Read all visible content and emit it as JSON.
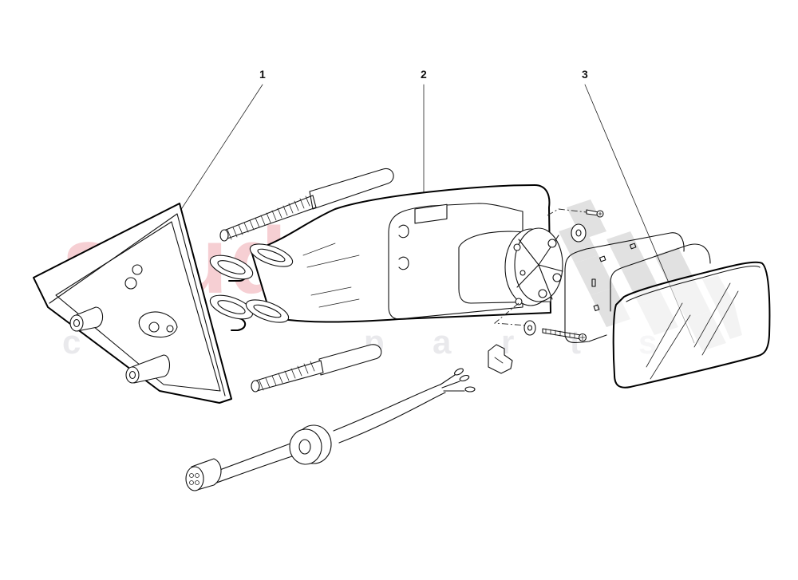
{
  "diagram": {
    "type": "exploded-parts-diagram",
    "subject": "exterior rear-view mirror assembly",
    "callouts": [
      {
        "number": "1",
        "part": "mirror base / mounting triangle"
      },
      {
        "number": "2",
        "part": "mirror housing arm"
      },
      {
        "number": "3",
        "part": "mirror glass"
      }
    ]
  },
  "watermark": {
    "main_text": "scuderia",
    "sub_letters": [
      "c",
      "a",
      "r",
      "p",
      "a",
      "r",
      "t",
      "s"
    ],
    "main_color": "#f6cfd3",
    "sub_color": "#e9e9ec",
    "flag_color": "#d9d9d9"
  }
}
